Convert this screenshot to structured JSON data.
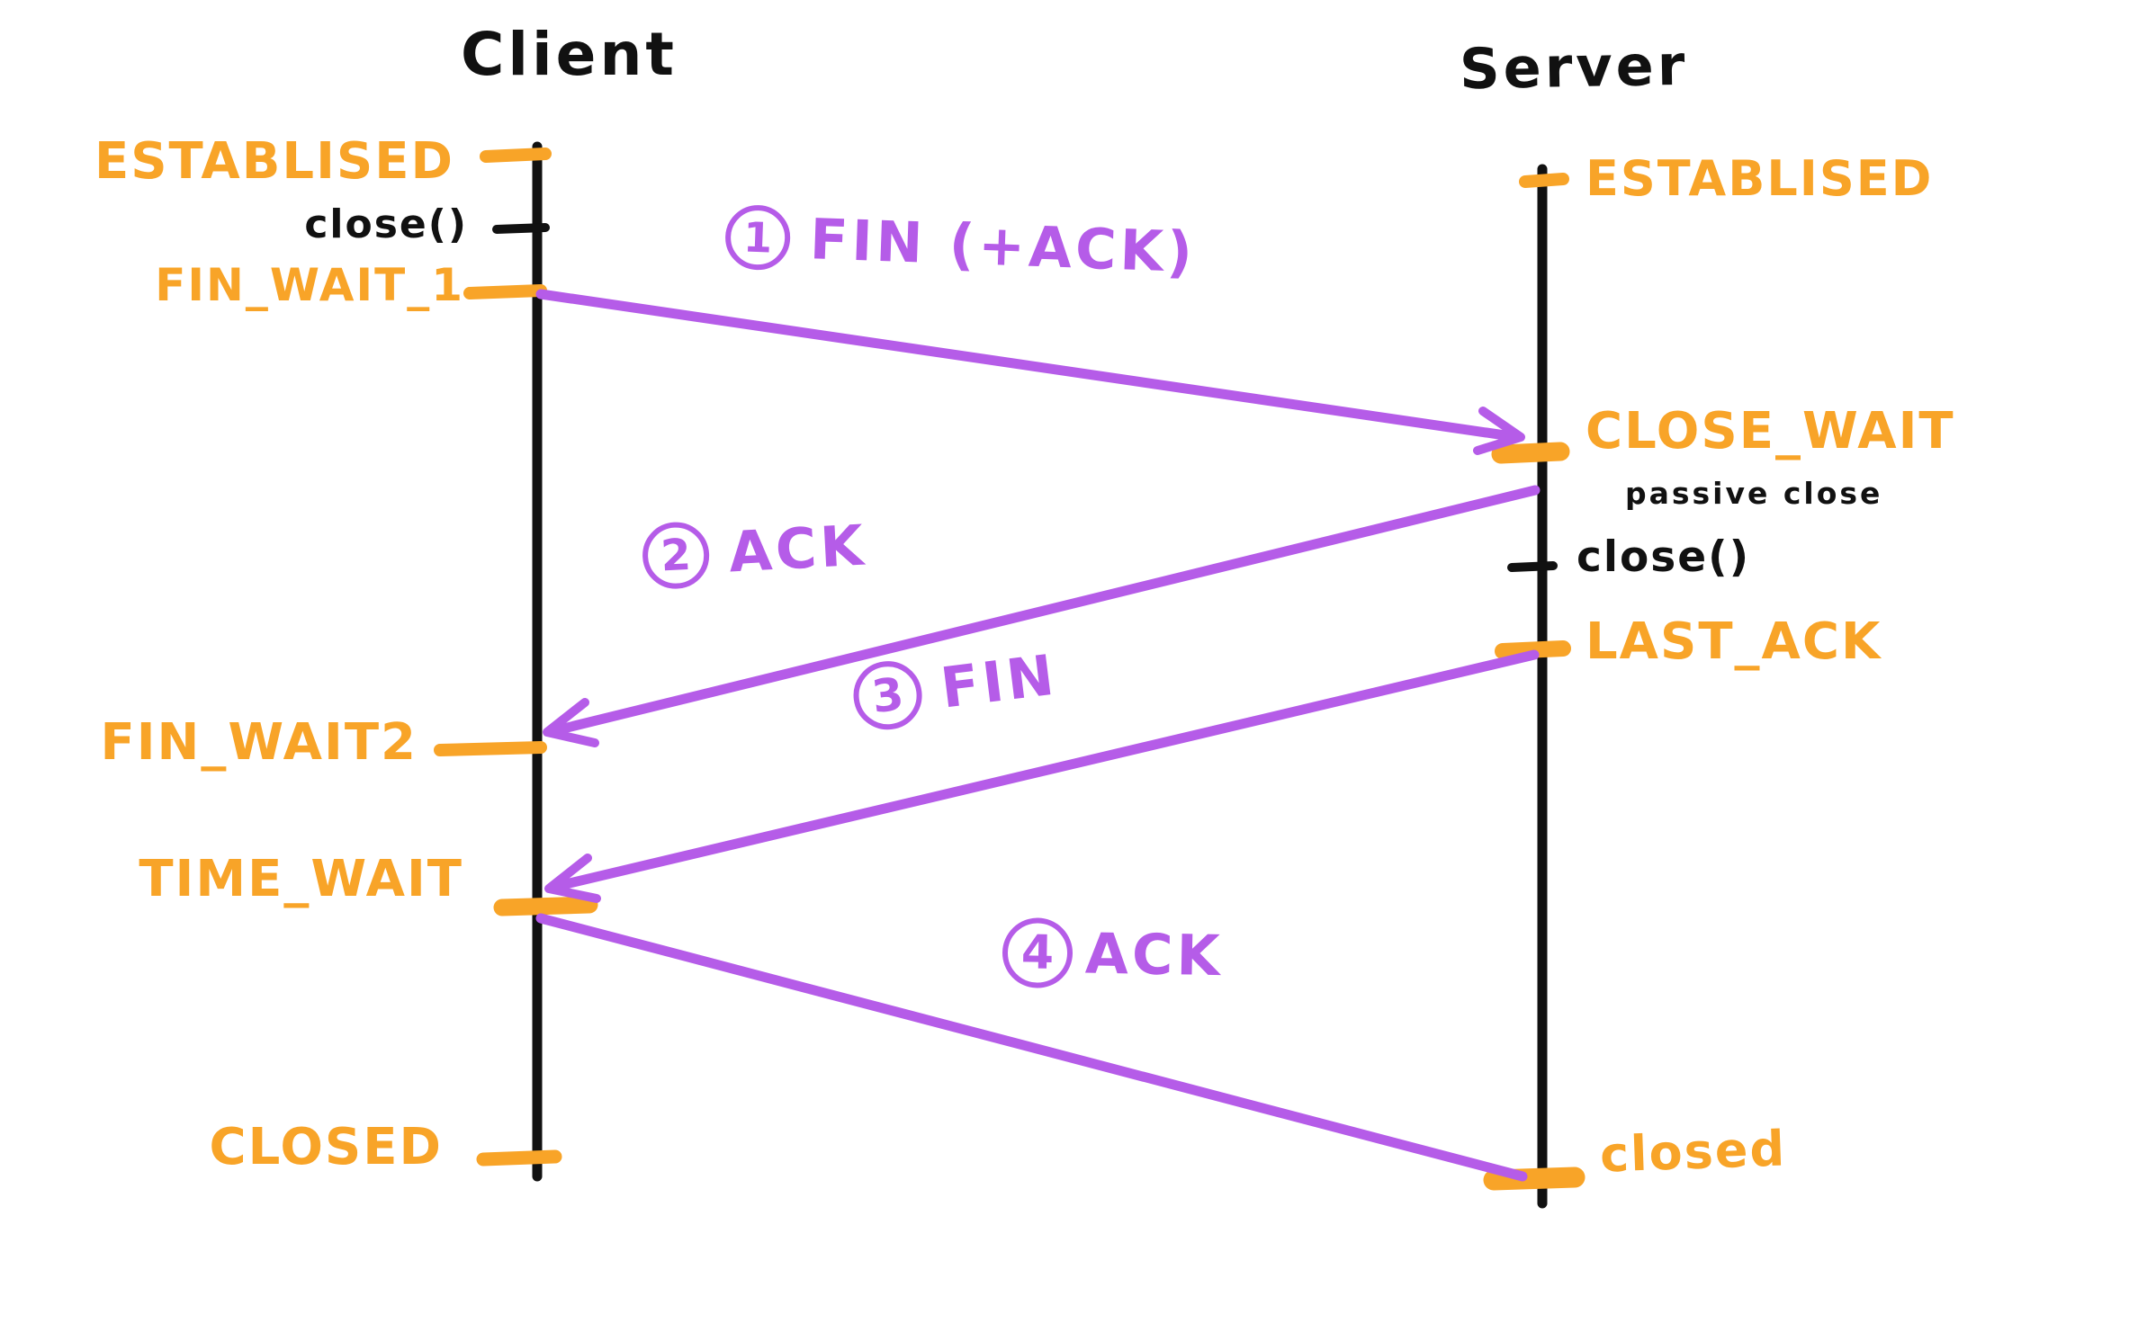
{
  "colors": {
    "orange": "#F8A428",
    "purple": "#B55CE8",
    "black": "#111111"
  },
  "client": {
    "title": "Client",
    "established": "ESTABLISED",
    "close_call": "close()",
    "fin_wait_1": "FIN_WAIT_1",
    "fin_wait_2": "FIN_WAIT2",
    "time_wait": "TIME_WAIT",
    "closed": "CLOSED"
  },
  "server": {
    "title": "Server",
    "established": "ESTABLISED",
    "close_wait": "CLOSE_WAIT",
    "passive_close": "passive close",
    "close_call": "close()",
    "last_ack": "LAST_ACK",
    "closed": "closed"
  },
  "messages": {
    "m1": {
      "num": "1",
      "label": "FIN (+ACK)"
    },
    "m2": {
      "num": "2",
      "label": "ACK"
    },
    "m3": {
      "num": "3",
      "label": "FIN"
    },
    "m4": {
      "num": "4",
      "label": "ACK"
    }
  }
}
